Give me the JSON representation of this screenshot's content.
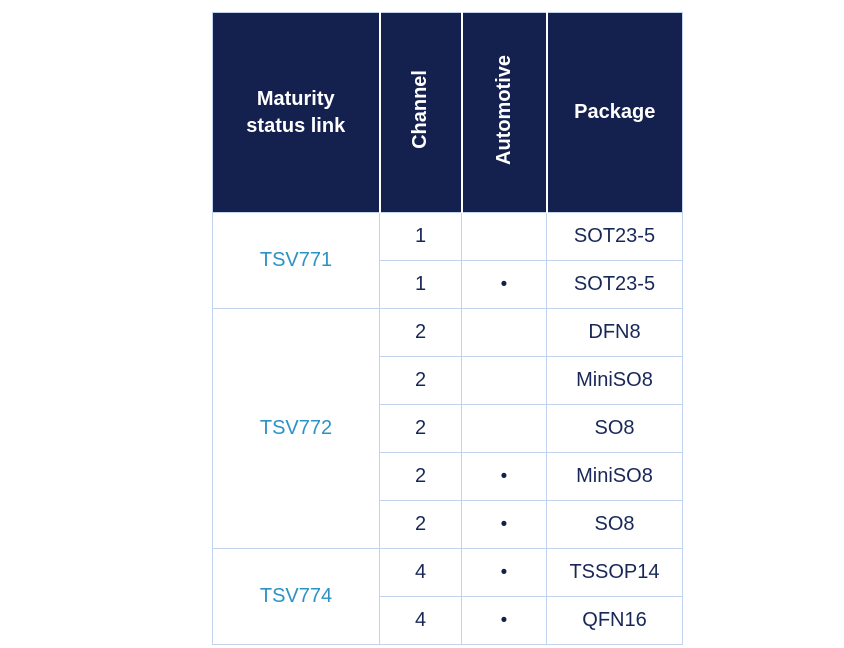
{
  "table": {
    "headers": {
      "maturity": "Maturity status link",
      "channel": "Channel",
      "automotive": "Automotive",
      "package": "Package"
    },
    "groups": [
      {
        "part": "TSV771",
        "rows": [
          {
            "channel": "1",
            "automotive": "",
            "package": "SOT23-5"
          },
          {
            "channel": "1",
            "automotive": "•",
            "package": "SOT23-5"
          }
        ]
      },
      {
        "part": "TSV772",
        "rows": [
          {
            "channel": "2",
            "automotive": "",
            "package": "DFN8"
          },
          {
            "channel": "2",
            "automotive": "",
            "package": "MiniSO8"
          },
          {
            "channel": "2",
            "automotive": "",
            "package": "SO8"
          },
          {
            "channel": "2",
            "automotive": "•",
            "package": "MiniSO8"
          },
          {
            "channel": "2",
            "automotive": "•",
            "package": "SO8"
          }
        ]
      },
      {
        "part": "TSV774",
        "rows": [
          {
            "channel": "4",
            "automotive": "•",
            "package": "TSSOP14"
          },
          {
            "channel": "4",
            "automotive": "•",
            "package": "QFN16"
          }
        ]
      }
    ],
    "colors": {
      "header_bg": "#14204e",
      "header_text": "#ffffff",
      "body_text": "#182757",
      "link_text": "#2a93c5",
      "border": "#c0d2ee"
    }
  }
}
